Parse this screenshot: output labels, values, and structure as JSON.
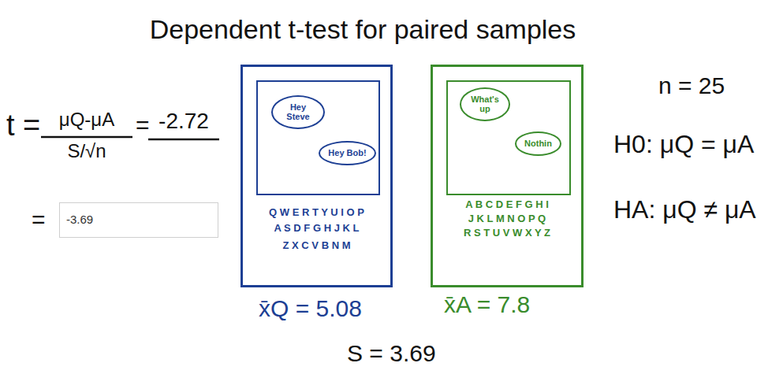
{
  "diagram": {
    "title": "Dependent t-test for paired samples",
    "nodes": [
      {
        "text": [
          "Q W E R T Y U I O P",
          "A S D F G H J K L",
          "Z X C V B N M"
        ]
      },
      {
        "text": [
          "Hey Steve"
        ],
        "in": 0
      },
      {
        "text": [
          "Hey Bob!"
        ],
        "in": 0
      },
      {
        "text": [
          "A B C D E F G H I",
          "J K L M N O P Q",
          "R S T U V W X Y Z"
        ]
      },
      {
        "text": [
          "What's up"
        ],
        "in": 3
      },
      {
        "text": [
          "Nothin"
        ],
        "in": 3
      },
      {
        "text": [
          "-3.69"
        ]
      }
    ],
    "labels": [
      "t =",
      "μQ-μA",
      "S/√n",
      "=",
      "-2.72",
      "=",
      "x̄Q = 5.08",
      "x̄A = 7.8",
      "S = 3.69",
      "n = 25",
      "H0: μQ = μA",
      "HA: μQ ≠ μA"
    ]
  }
}
